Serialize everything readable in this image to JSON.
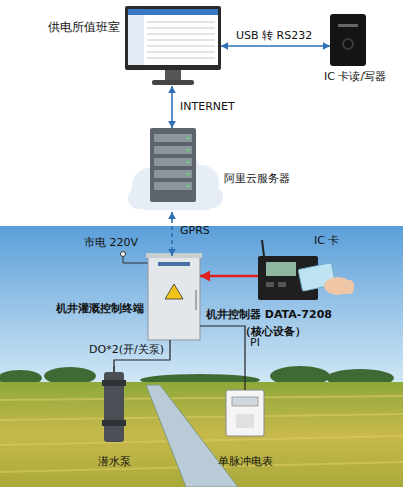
{
  "diagram": {
    "nodes": [
      {
        "text": [
          "供电所值班室"
        ]
      },
      {
        "text": [
          "IC 卡读/写器"
        ]
      },
      {
        "text": [
          "阿里云服务器"
        ]
      },
      {
        "text": [
          "机井灌溉控制终端"
        ]
      },
      {
        "text": [
          "机井控制器 DATA-7208",
          "（核心设备）"
        ]
      },
      {
        "text": [
          "潜水泵"
        ]
      },
      {
        "text": [
          "单脉冲电表"
        ]
      }
    ],
    "edges": [
      {
        "from": 0,
        "to": 1,
        "arrow": "both",
        "label": "USB 转 RS232"
      },
      {
        "from": 0,
        "to": 2,
        "arrow": "both",
        "label": "INTERNET"
      },
      {
        "from": 2,
        "to": 3,
        "arrow": "both",
        "label": "GPRS"
      },
      {
        "from": 4,
        "to": 3,
        "arrow": "to"
      },
      {
        "from": 3,
        "to": 5,
        "arrow": "none",
        "label": "DO*2(开/关泵)"
      },
      {
        "from": 3,
        "to": 6,
        "arrow": "none",
        "label": "PI"
      }
    ],
    "labels": [
      "市电 220V",
      "IC 卡"
    ]
  }
}
